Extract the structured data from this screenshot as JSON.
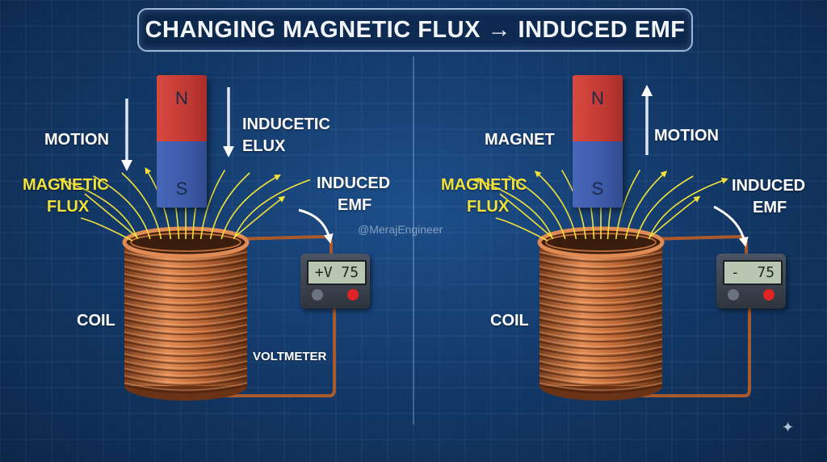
{
  "title": "CHANGING MAGNETIC FLUX → INDUCED EMF",
  "watermark": "@MerajEngineer",
  "colors": {
    "background": "#143b6c",
    "label_white": "#ffffff",
    "label_yellow": "#f2e23a",
    "flux_lines": "#f2e23a",
    "copper": "#b8693a",
    "magnet_north": "#c23a34",
    "magnet_south": "#3d5aa8",
    "meter_knob_red": "#e02424"
  },
  "left_panel": {
    "motion_label": "MOTION",
    "motion_direction": "down",
    "flux_label_line1": "MAGNETIC",
    "flux_label_line2": "FLUX",
    "induced_flux_line1": "INDUCETIC",
    "induced_flux_line2": "ELUX",
    "induced_flux_direction": "down",
    "emf_line1": "INDUCED",
    "emf_line2": "EMF",
    "coil_label": "COIL",
    "voltmeter_label": "VOLTMETER",
    "magnet_north": "N",
    "magnet_south": "S",
    "meter_reading": "+V 75"
  },
  "right_panel": {
    "magnet_label": "MAGNET",
    "motion_label": "MOTION",
    "motion_direction": "up",
    "flux_label_line1": "MAGNETIC",
    "flux_label_line2": "FLUX",
    "emf_line1": "INDUCED",
    "emf_line2": "EMF",
    "coil_label": "COIL",
    "magnet_north": "N",
    "magnet_south": "S",
    "meter_reading": "-  75"
  },
  "icons": {
    "sparkle": "sparkle-icon",
    "arrow": "arrow-icon"
  }
}
